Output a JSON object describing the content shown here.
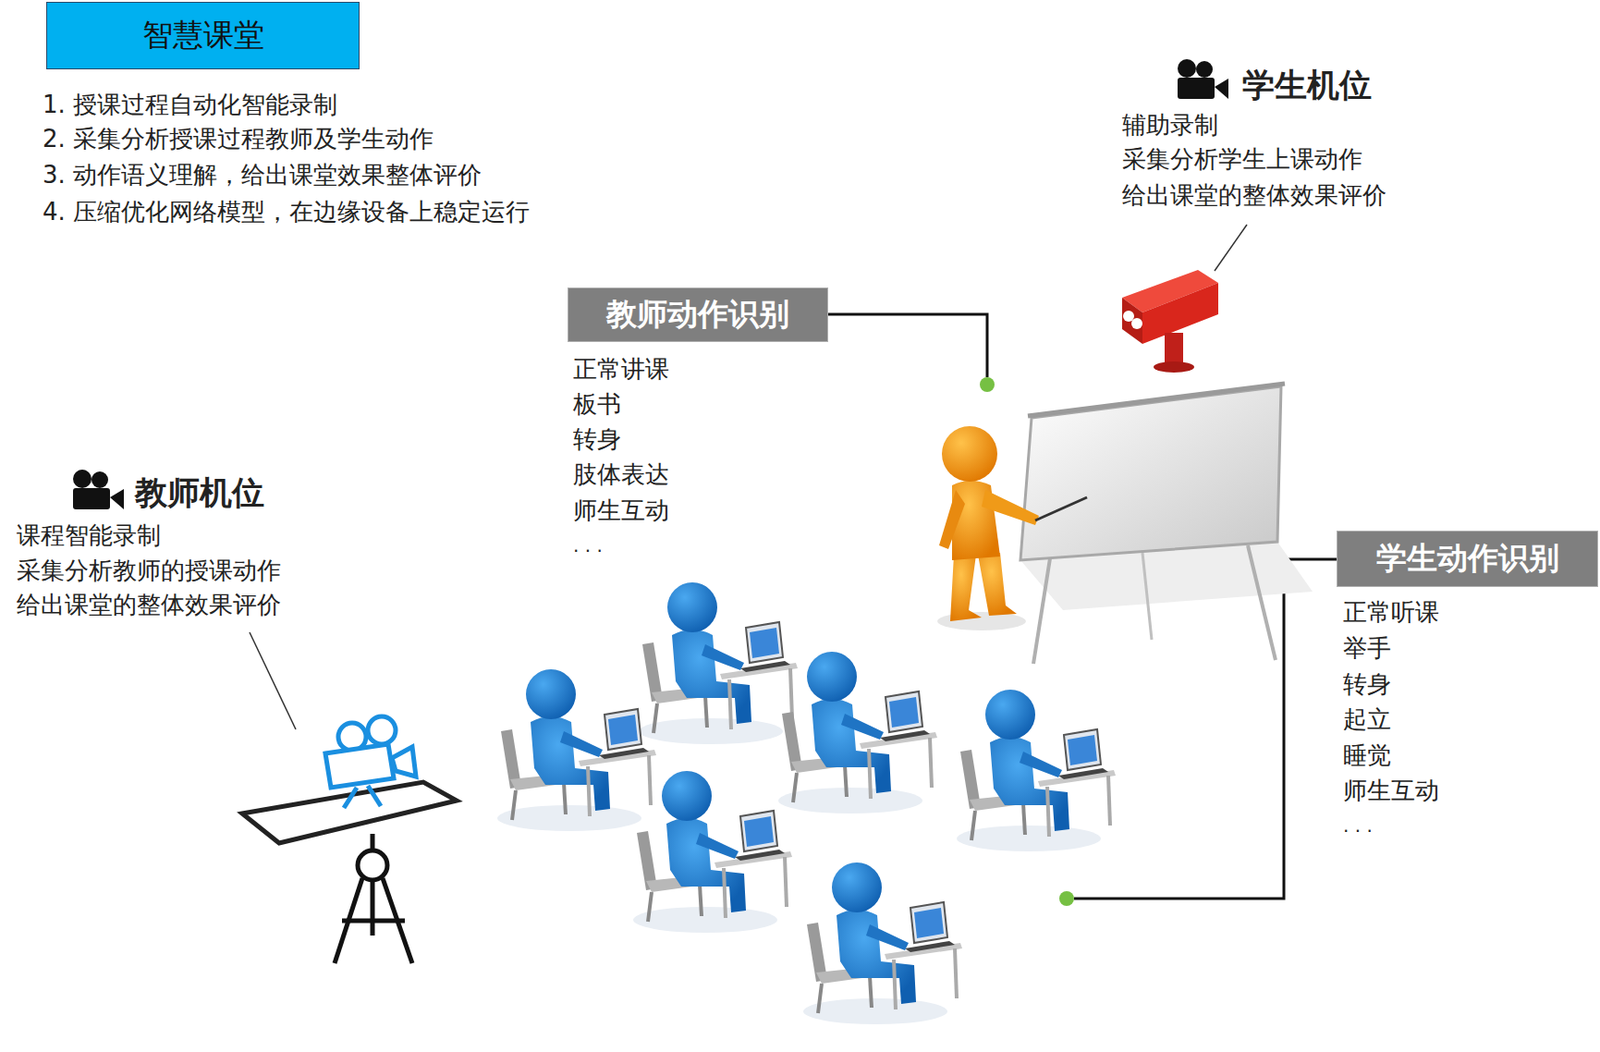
{
  "diagram": {
    "nodes": [
      {
        "text": [
          "智慧课堂"
        ]
      },
      {
        "text": [
          "教师动作识别"
        ]
      },
      {
        "text": [
          "学生动作识别"
        ]
      }
    ],
    "labels": [
      "1. 授课过程自动化智能录制",
      "2. 采集分析授课过程教师及学生动作",
      "3. 动作语义理解，给出课堂效果整体评价",
      "4. 压缩优化网络模型，在边缘设备上稳定运行",
      "学生机位",
      "辅助录制",
      "采集分析学生上课动作",
      "给出课堂的整体效果评价",
      "正常讲课",
      "板书",
      "转身",
      "肢体表达",
      "师生互动",
      ". . .",
      "教师机位",
      "课程智能录制",
      "采集分析教师的授课动作",
      "给出课堂的整体效果评价",
      "正常听课",
      "举手",
      "转身",
      "起立",
      "睡觉",
      "师生互动",
      ". . ."
    ]
  }
}
